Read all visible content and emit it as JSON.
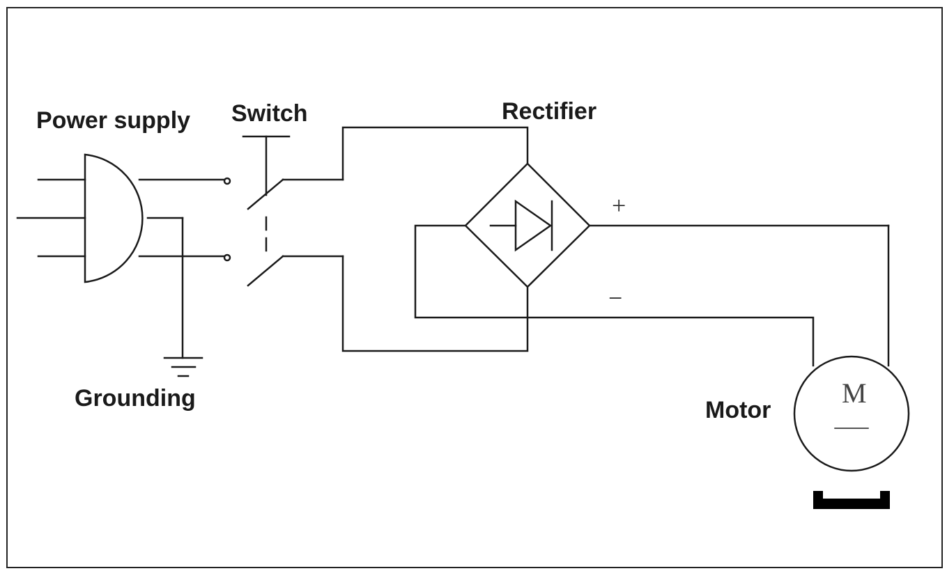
{
  "diagram": {
    "labels": {
      "power_supply": "Power supply",
      "switch": "Switch",
      "rectifier": "Rectifier",
      "grounding": "Grounding",
      "motor": "Motor",
      "plus": "+",
      "minus": "−",
      "motor_symbol": "M"
    },
    "colors": {
      "line": "#1a1a1a",
      "background": "#ffffff",
      "border": "#222222"
    }
  }
}
